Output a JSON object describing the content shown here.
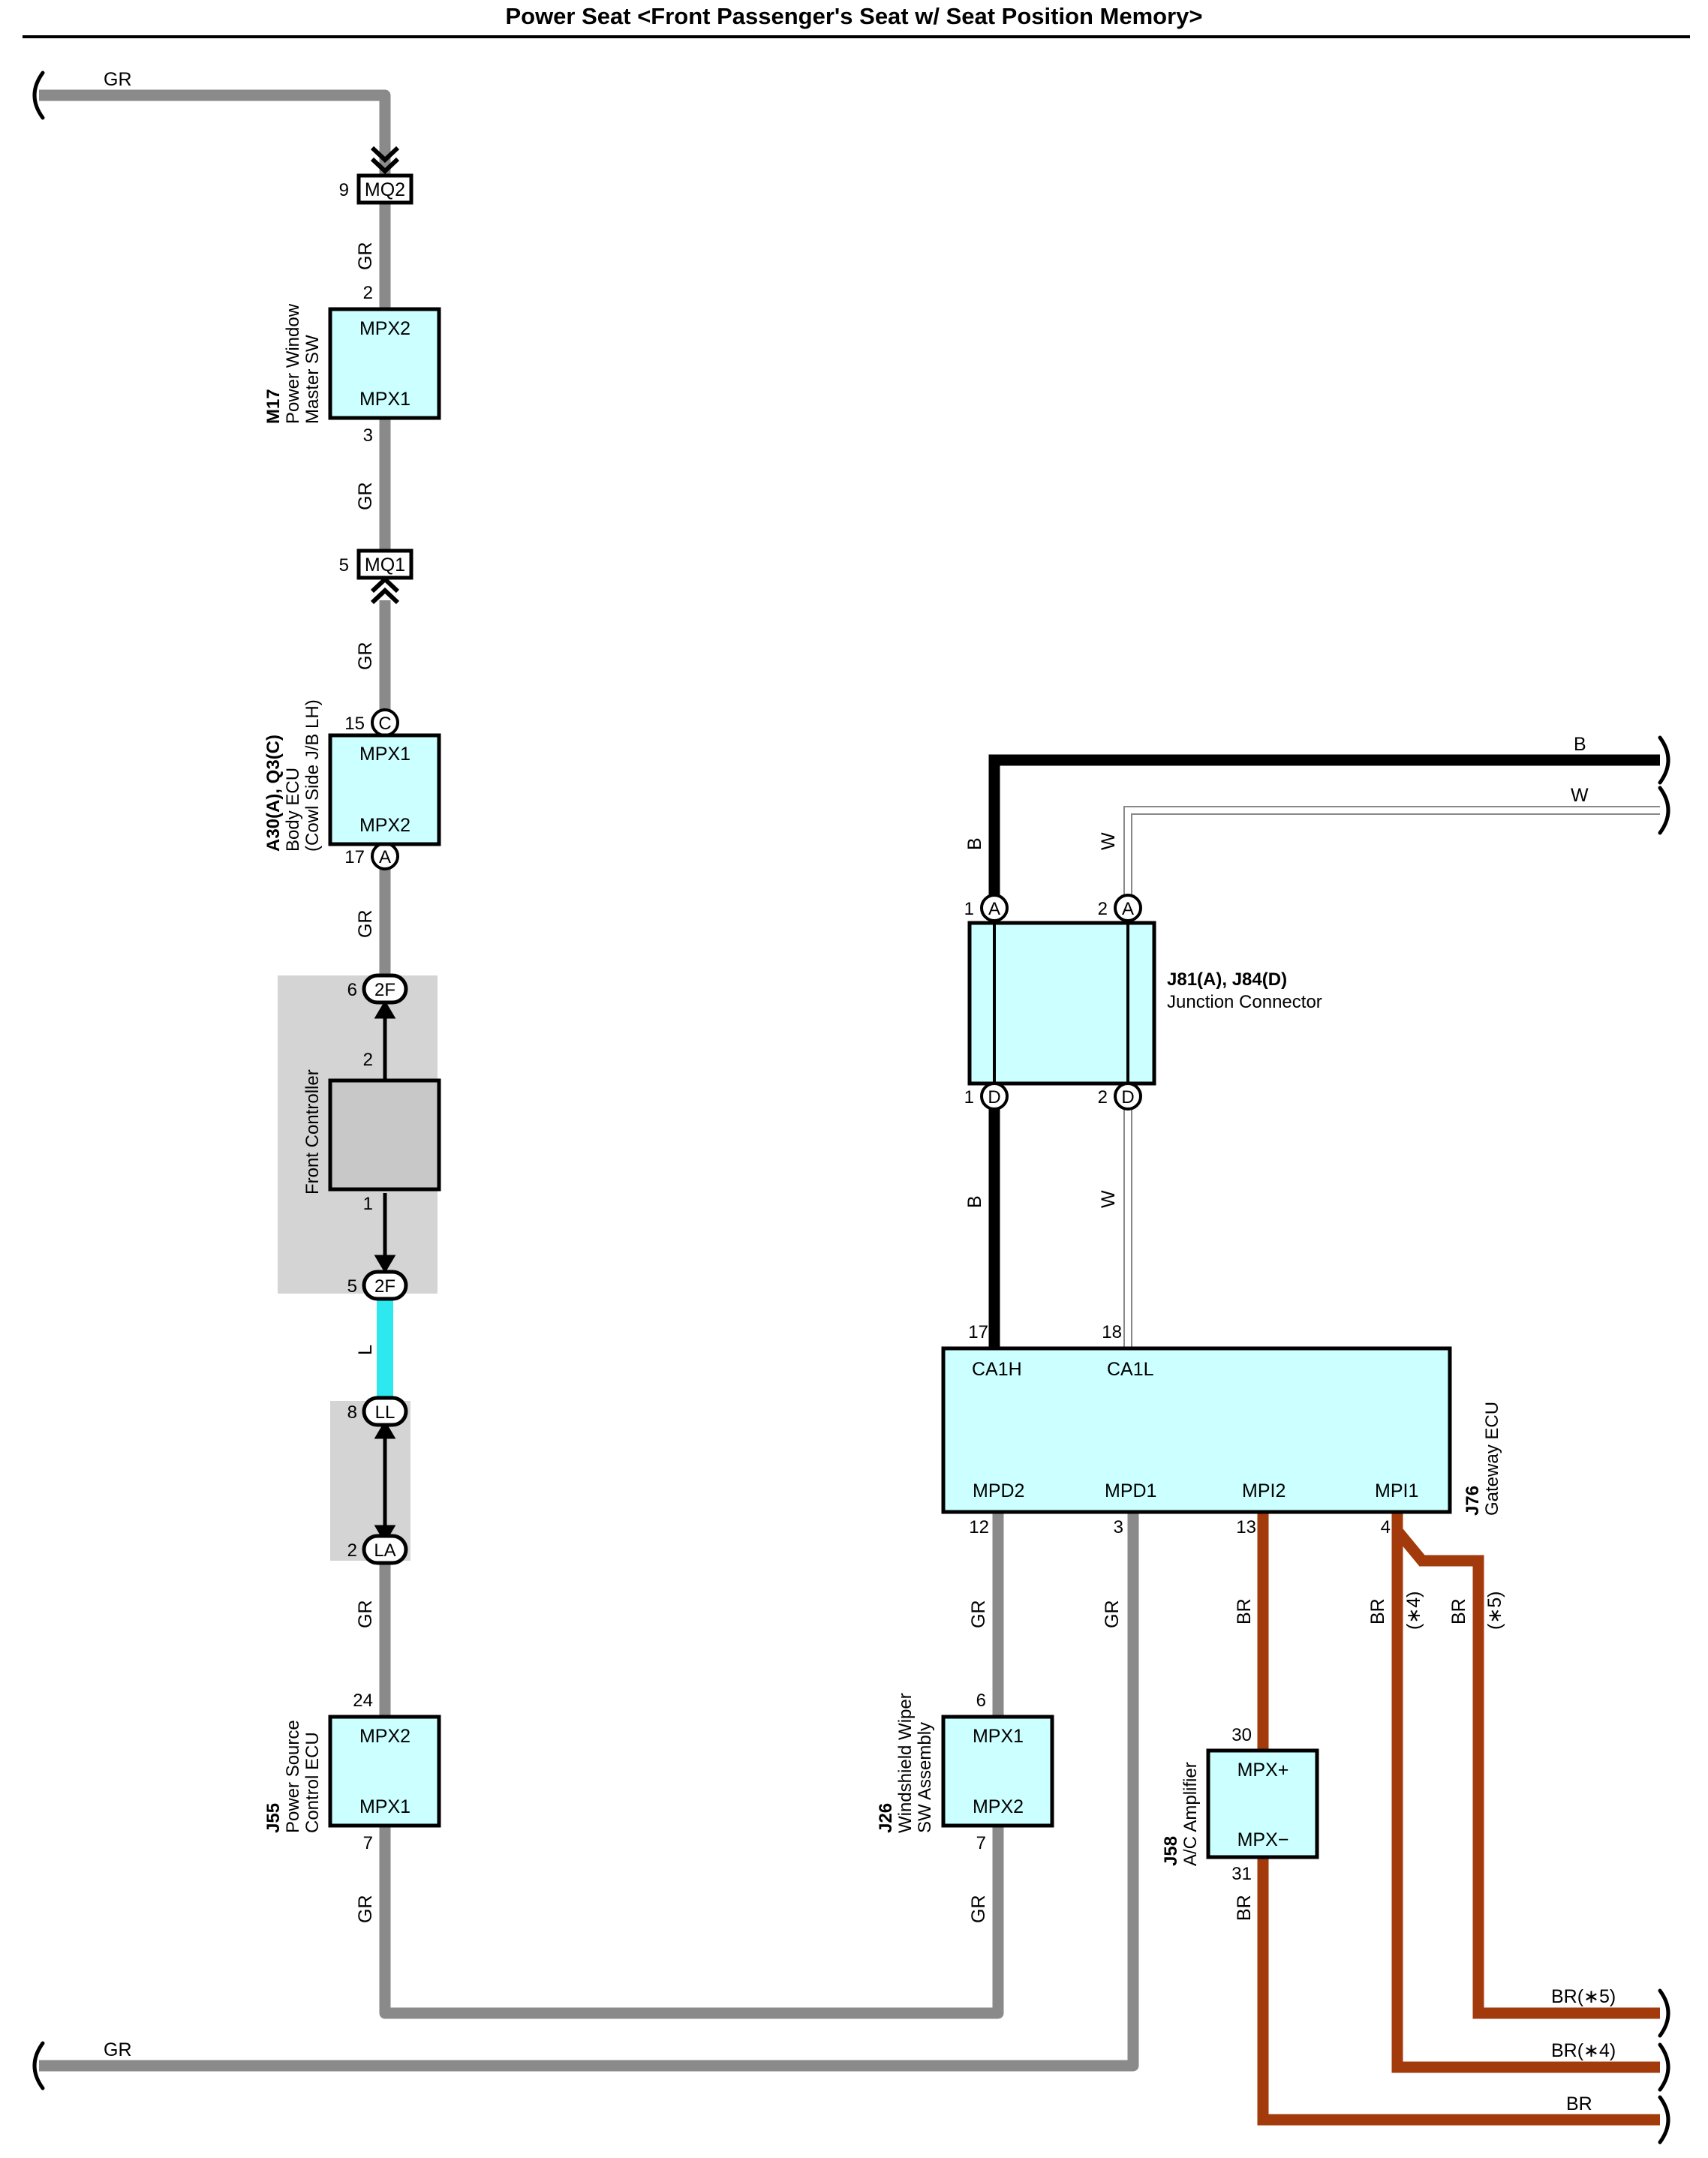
{
  "title": "Power Seat <Front Passenger's Seat w/ Seat Position Memory>",
  "colors": {
    "GR": "#8a8a8a",
    "B": "#000000",
    "W": "#ffffff",
    "L": "#2ee8f0",
    "BR": "#a33a0c",
    "component_fill": "#ccffff",
    "controller_fill": "#c8c8c8",
    "group_fill": "#d4d4d4"
  },
  "wires": {
    "gr": "GR",
    "b": "B",
    "w": "W",
    "l": "L",
    "br": "BR",
    "br5": "BR(∗5)",
    "br4": "BR(∗4)",
    "n4": "(∗4)",
    "n5": "(∗5)"
  },
  "connectors": {
    "mq2": {
      "name": "MQ2",
      "pin": "9"
    },
    "mq1": {
      "name": "MQ1",
      "pin": "5"
    },
    "c": {
      "name": "C",
      "pin": "15"
    },
    "a": {
      "name": "A",
      "pin": "17"
    },
    "f2_top": {
      "name": "2F",
      "pin": "6"
    },
    "f2_bot": {
      "name": "2F",
      "pin": "5"
    },
    "ll": {
      "name": "LL",
      "pin": "8"
    },
    "la": {
      "name": "LA",
      "pin": "2"
    },
    "j_a1": {
      "name": "A",
      "pin": "1"
    },
    "j_a2": {
      "name": "A",
      "pin": "2"
    },
    "j_d1": {
      "name": "D",
      "pin": "1"
    },
    "j_d2": {
      "name": "D",
      "pin": "2"
    }
  },
  "components": {
    "m17": {
      "code": "M17",
      "name": [
        "Power Window",
        "Master SW"
      ],
      "top": "MPX2",
      "bottom": "MPX1",
      "pin_top": "2",
      "pin_bottom": "3"
    },
    "body_ecu": {
      "code": "A30(A), Q3(C)",
      "name": [
        "Body ECU",
        "(Cowl Side J/B LH)"
      ],
      "top": "MPX1",
      "bottom": "MPX2"
    },
    "front_ctrl": {
      "name": "Front Controller",
      "pin_top": "2",
      "pin_bottom": "1"
    },
    "j55": {
      "code": "J55",
      "name": [
        "Power Source",
        "Control ECU"
      ],
      "top": "MPX2",
      "bottom": "MPX1",
      "pin_top": "24",
      "pin_bottom": "7"
    },
    "j26": {
      "code": "J26",
      "name": [
        "Windshield Wiper",
        "SW Assembly"
      ],
      "top": "MPX1",
      "bottom": "MPX2",
      "pin_top": "6",
      "pin_bottom": "7"
    },
    "jc": {
      "code": "J81(A), J84(D)",
      "name": "Junction Connector"
    },
    "j76": {
      "code": "J76",
      "name": "Gateway ECU",
      "top_terms": [
        "CA1H",
        "CA1L"
      ],
      "top_pins": [
        "17",
        "18"
      ],
      "bottom_terms": [
        "MPD2",
        "MPD1",
        "MPI2",
        "MPI1"
      ],
      "bottom_pins": [
        "12",
        "3",
        "13",
        "4"
      ]
    },
    "j58": {
      "code": "J58",
      "name": "A/C Amplifier",
      "top": "MPX+",
      "bottom": "MPX−",
      "pin_top": "30",
      "pin_bottom": "31"
    }
  }
}
